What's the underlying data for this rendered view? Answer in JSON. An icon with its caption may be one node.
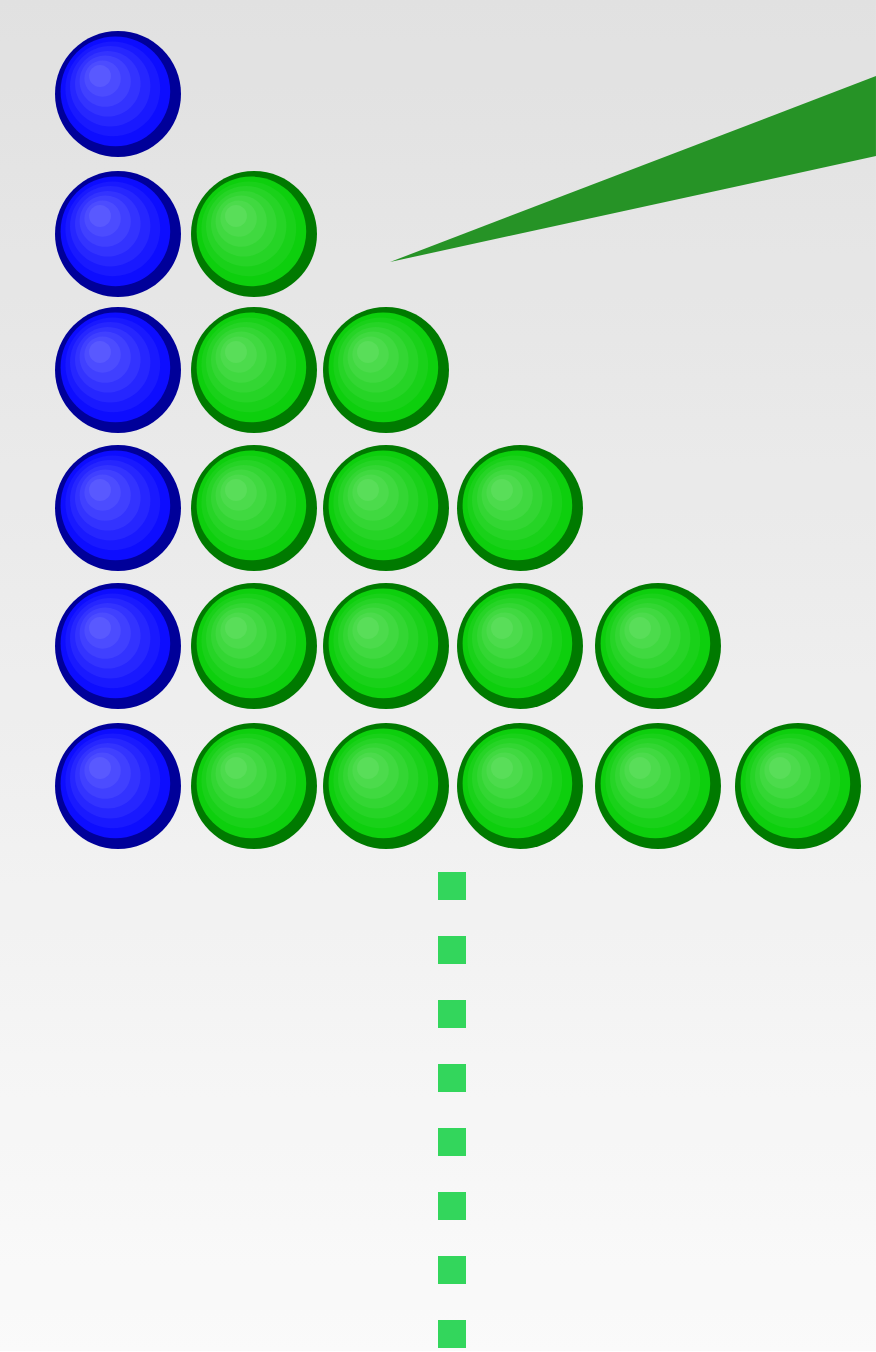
{
  "diagram": {
    "nodes": [
      {
        "text": [],
        "shape": "circle"
      },
      {
        "text": [],
        "shape": "circle"
      },
      {
        "text": [],
        "shape": "circle"
      },
      {
        "text": [],
        "shape": "circle"
      },
      {
        "text": [],
        "shape": "circle"
      },
      {
        "text": [],
        "shape": "circle"
      },
      {
        "text": [],
        "shape": "circle"
      },
      {
        "text": [],
        "shape": "circle"
      },
      {
        "text": [],
        "shape": "circle"
      },
      {
        "text": [],
        "shape": "circle"
      },
      {
        "text": [],
        "shape": "circle"
      },
      {
        "text": [],
        "shape": "circle"
      },
      {
        "text": [],
        "shape": "circle"
      },
      {
        "text": [],
        "shape": "circle"
      },
      {
        "text": [],
        "shape": "circle"
      },
      {
        "text": [],
        "shape": "circle"
      },
      {
        "text": [],
        "shape": "circle"
      },
      {
        "text": [],
        "shape": "circle"
      },
      {
        "text": [],
        "shape": "circle"
      },
      {
        "text": [],
        "shape": "circle"
      },
      {
        "text": [],
        "shape": "circle"
      },
      {
        "text": [],
        "shape": "triangle"
      }
    ]
  }
}
